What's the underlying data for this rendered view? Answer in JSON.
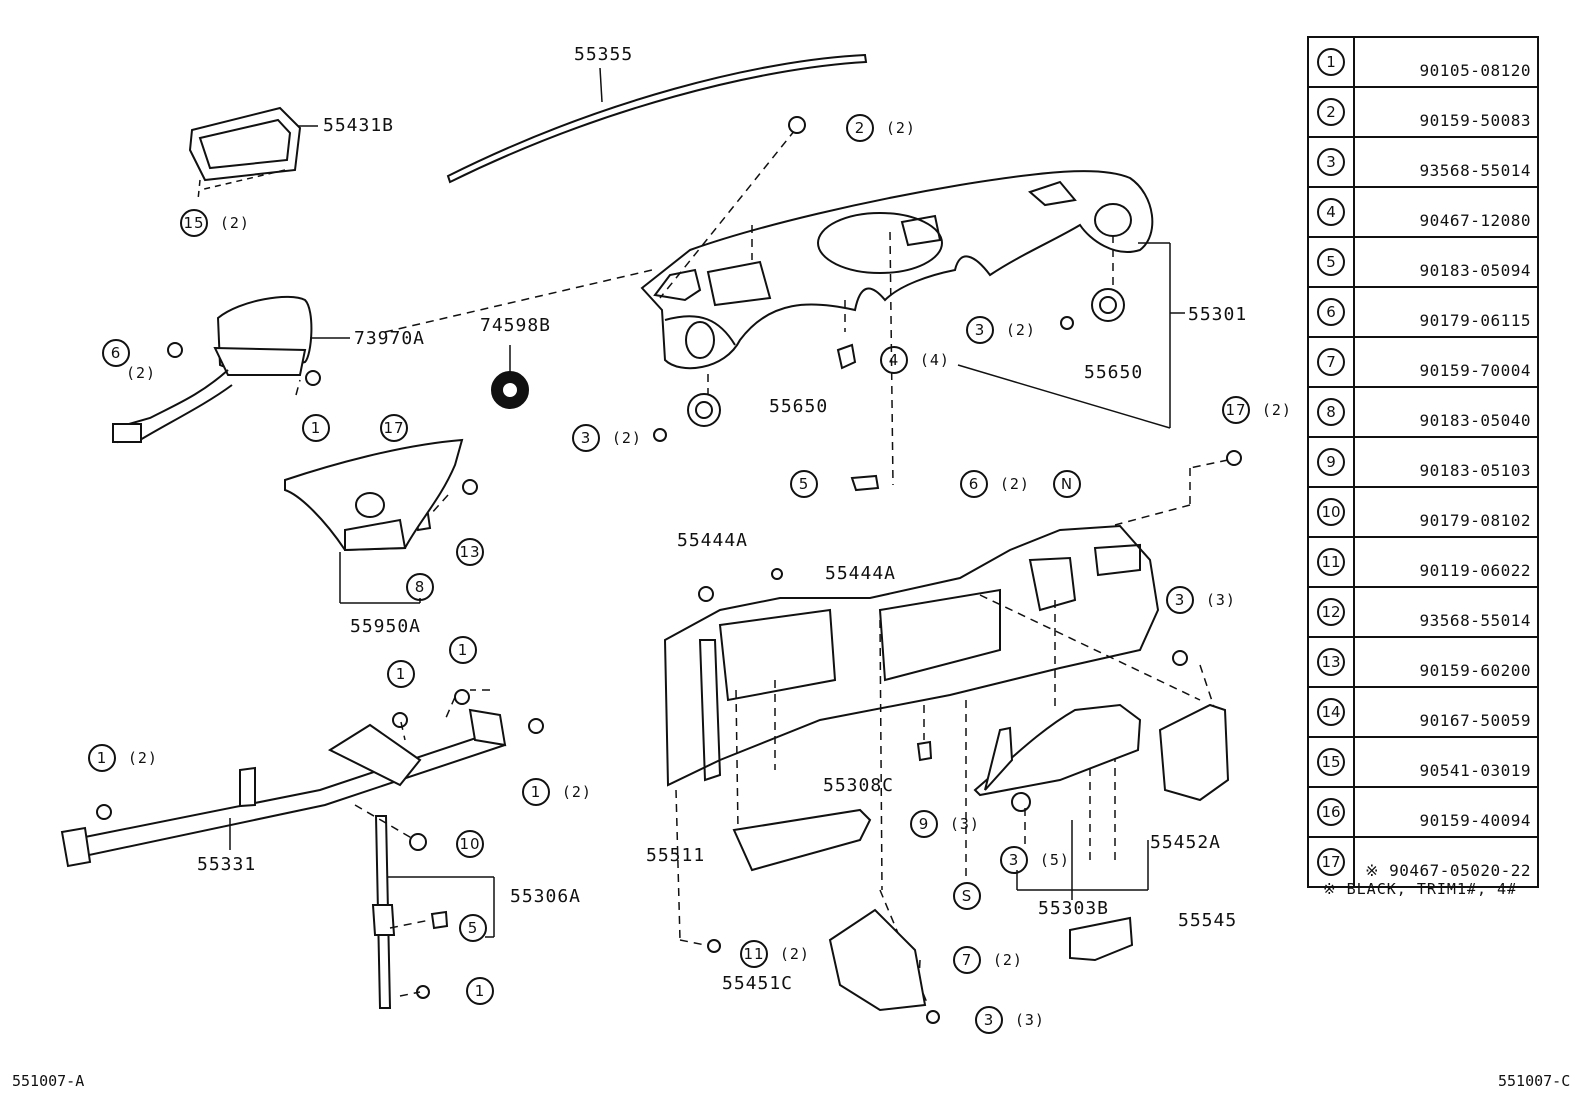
{
  "labels": {
    "p55355": "55355",
    "p55431B": "55431B",
    "p73970A": "73970A",
    "p74598B": "74598B",
    "p55301": "55301",
    "p55650a": "55650",
    "p55650b": "55650",
    "p55950A": "55950A",
    "p55331": "55331",
    "p55306A": "55306A",
    "p55444A_a": "55444A",
    "p55444A_b": "55444A",
    "p55308C": "55308C",
    "p55511": "55511",
    "p55451C": "55451C",
    "p55452A": "55452A",
    "p55303B": "55303B",
    "p55545": "55545"
  },
  "callouts": [
    {
      "num": "2",
      "qty": "(2)"
    },
    {
      "num": "15",
      "qty": "(2)"
    },
    {
      "num": "6",
      "qty": "(2)"
    },
    {
      "num": "1",
      "qty": ""
    },
    {
      "num": "17",
      "qty": ""
    },
    {
      "num": "3",
      "qty": "(2)"
    },
    {
      "num": "3",
      "qty": "(2)"
    },
    {
      "num": "4",
      "qty": "(4)"
    },
    {
      "num": "5",
      "qty": ""
    },
    {
      "num": "6",
      "qty": "(2)"
    },
    {
      "num": "N",
      "qty": ""
    },
    {
      "num": "17",
      "qty": "(2)"
    },
    {
      "num": "13",
      "qty": ""
    },
    {
      "num": "8",
      "qty": ""
    },
    {
      "num": "1",
      "qty": ""
    },
    {
      "num": "1",
      "qty": ""
    },
    {
      "num": "1",
      "qty": "(2)"
    },
    {
      "num": "1",
      "qty": "(2)"
    },
    {
      "num": "10",
      "qty": ""
    },
    {
      "num": "5",
      "qty": ""
    },
    {
      "num": "1",
      "qty": ""
    },
    {
      "num": "3",
      "qty": "(3)"
    },
    {
      "num": "9",
      "qty": "(3)"
    },
    {
      "num": "3",
      "qty": "(5)"
    },
    {
      "num": "S",
      "qty": ""
    },
    {
      "num": "7",
      "qty": "(2)"
    },
    {
      "num": "11",
      "qty": "(2)"
    },
    {
      "num": "3",
      "qty": "(3)"
    }
  ],
  "legend": [
    {
      "num": "1",
      "part": "90105-08120"
    },
    {
      "num": "2",
      "part": "90159-50083"
    },
    {
      "num": "3",
      "part": "93568-55014"
    },
    {
      "num": "4",
      "part": "90467-12080"
    },
    {
      "num": "5",
      "part": "90183-05094"
    },
    {
      "num": "6",
      "part": "90179-06115"
    },
    {
      "num": "7",
      "part": "90159-70004"
    },
    {
      "num": "8",
      "part": "90183-05040"
    },
    {
      "num": "9",
      "part": "90183-05103"
    },
    {
      "num": "10",
      "part": "90179-08102"
    },
    {
      "num": "11",
      "part": "90119-06022"
    },
    {
      "num": "12",
      "part": "93568-55014"
    },
    {
      "num": "13",
      "part": "90159-60200"
    },
    {
      "num": "14",
      "part": "90167-50059"
    },
    {
      "num": "15",
      "part": "90541-03019"
    },
    {
      "num": "16",
      "part": "90159-40094"
    },
    {
      "num": "17",
      "part": "※ 90467-05020-22"
    }
  ],
  "note": "※ BLACK, TRIM1#, 4#",
  "footer": {
    "left": "551007-A",
    "right": "551007-C"
  }
}
